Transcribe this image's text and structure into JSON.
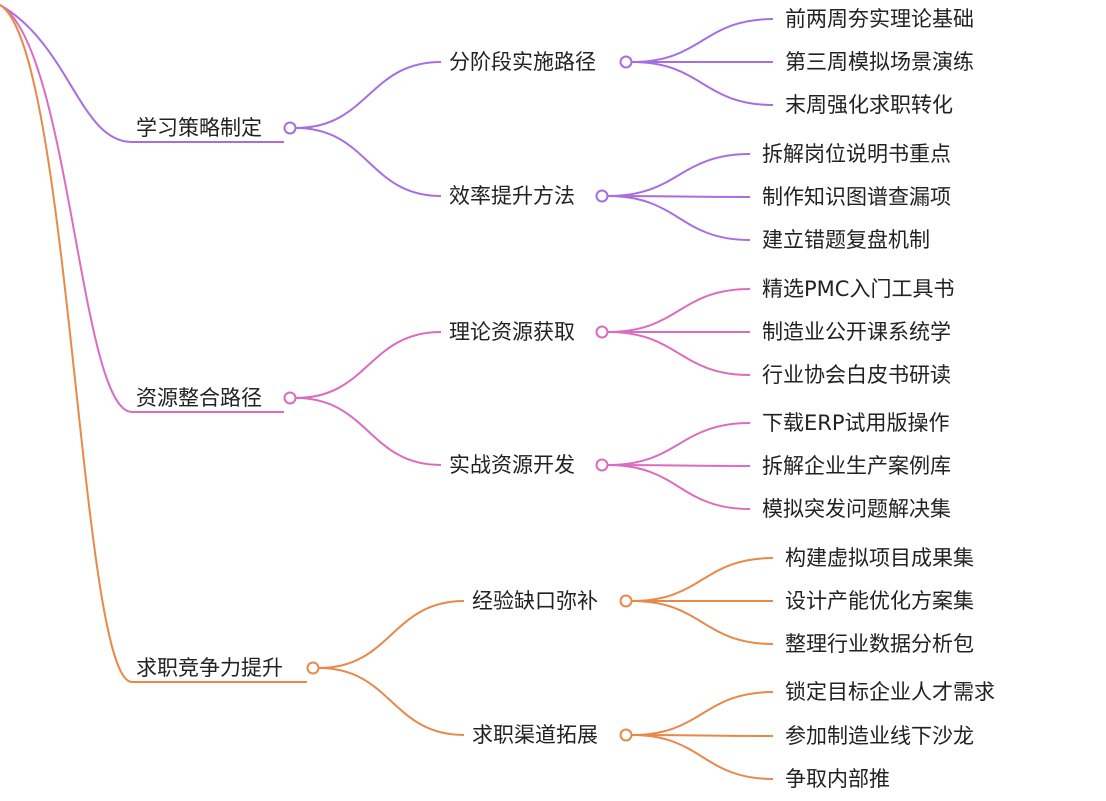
{
  "colors": {
    "purple": "#a86ee0",
    "pink": "#dc6cc0",
    "orange": "#e8894a",
    "text": "#222222"
  },
  "branches": [
    {
      "label": "学习策略制定",
      "color_key": "purple",
      "children": [
        {
          "label": "分阶段实施路径",
          "leaves": [
            "前两周夯实理论基础",
            "第三周模拟场景演练",
            "末周强化求职转化"
          ]
        },
        {
          "label": "效率提升方法",
          "leaves": [
            "拆解岗位说明书重点",
            "制作知识图谱查漏项",
            "建立错题复盘机制"
          ]
        }
      ]
    },
    {
      "label": "资源整合路径",
      "color_key": "pink",
      "children": [
        {
          "label": "理论资源获取",
          "leaves": [
            "精选PMC入门工具书",
            "制造业公开课系统学",
            "行业协会白皮书研读"
          ]
        },
        {
          "label": "实战资源开发",
          "leaves": [
            "下载ERP试用版操作",
            "拆解企业生产案例库",
            "模拟突发问题解决集"
          ]
        }
      ]
    },
    {
      "label": "求职竞争力提升",
      "color_key": "orange",
      "children": [
        {
          "label": "经验缺口弥补",
          "leaves": [
            "构建虚拟项目成果集",
            "设计产能优化方案集",
            "整理行业数据分析包"
          ]
        },
        {
          "label": "求职渠道拓展",
          "leaves": [
            "锁定目标企业人才需求",
            "参加制造业线下沙龙",
            "争取内部推"
          ]
        }
      ]
    }
  ]
}
